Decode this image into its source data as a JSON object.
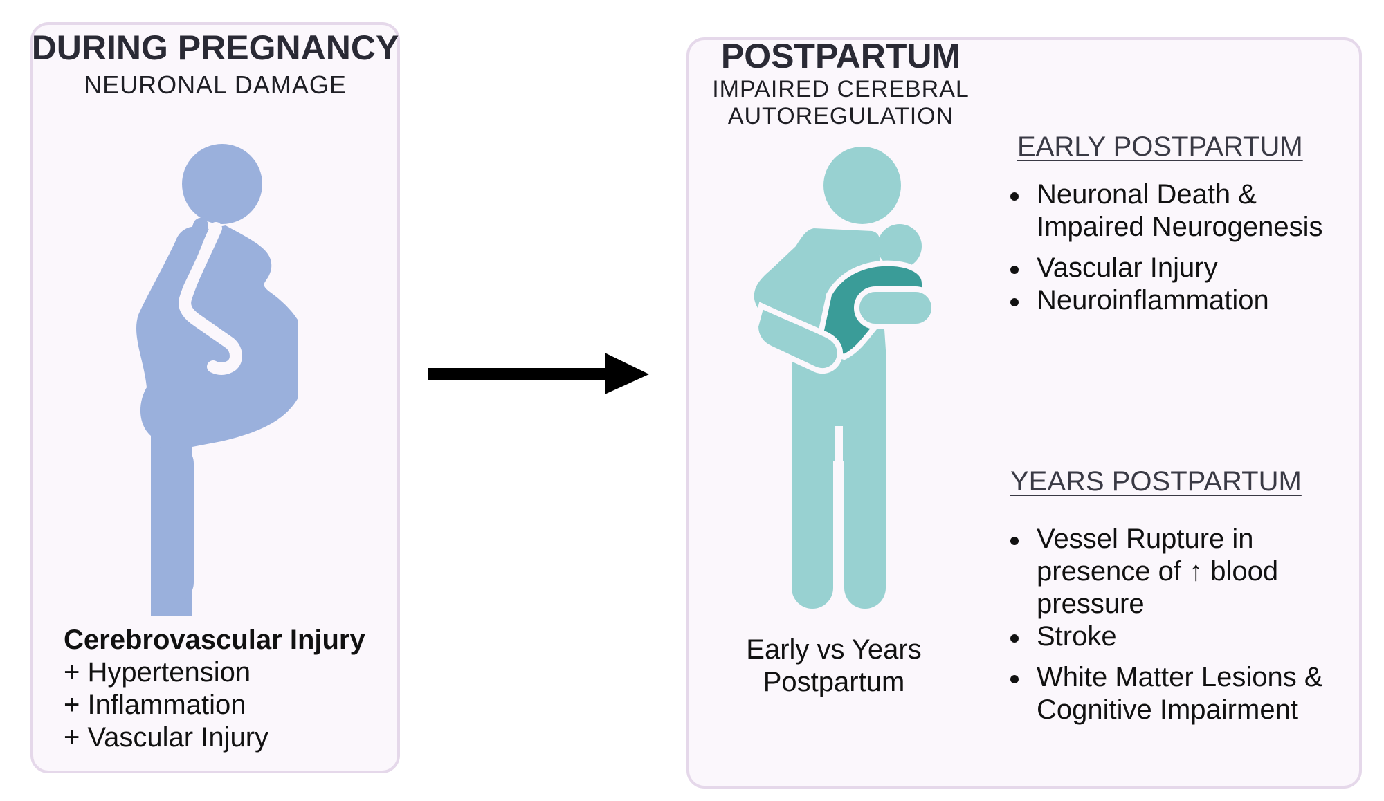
{
  "left": {
    "title": "DURING PREGNANCY",
    "subtitle": "NEURONAL DAMAGE",
    "injury_heading": "Cerebrovascular Injury",
    "factors": [
      "+ Hypertension",
      "+ Inflammation",
      "+ Vascular Injury"
    ],
    "figure_icon": "pregnant-woman-icon",
    "figure_color": "#9ab0dc"
  },
  "arrow_icon": "right-arrow-icon",
  "right": {
    "title": "POSTPARTUM",
    "subtitle_line1": "IMPAIRED CEREBRAL",
    "subtitle_line2": "AUTOREGULATION",
    "figure_icon": "mother-holding-baby-icon",
    "figure_color": "#98d1d1",
    "baby_color": "#3a9c98",
    "caption_line1": "Early vs Years",
    "caption_line2": "Postpartum",
    "early": {
      "heading": "EARLY POSTPARTUM",
      "items": [
        [
          "Neuronal Death &",
          "Impaired Neurogenesis"
        ],
        [
          "Vascular Injury"
        ],
        [
          "Neuroinflammation"
        ]
      ]
    },
    "years": {
      "heading": "YEARS POSTPARTUM",
      "items": [
        [
          "Vessel Rupture in",
          "presence of ↑ blood",
          "pressure"
        ],
        [
          "Stroke"
        ],
        [
          "White Matter Lesions &",
          "Cognitive Impairment"
        ]
      ]
    }
  },
  "colors": {
    "panel_bg": "#fbf7fc",
    "panel_border": "#e5d8ea",
    "arrow": "#000000"
  }
}
